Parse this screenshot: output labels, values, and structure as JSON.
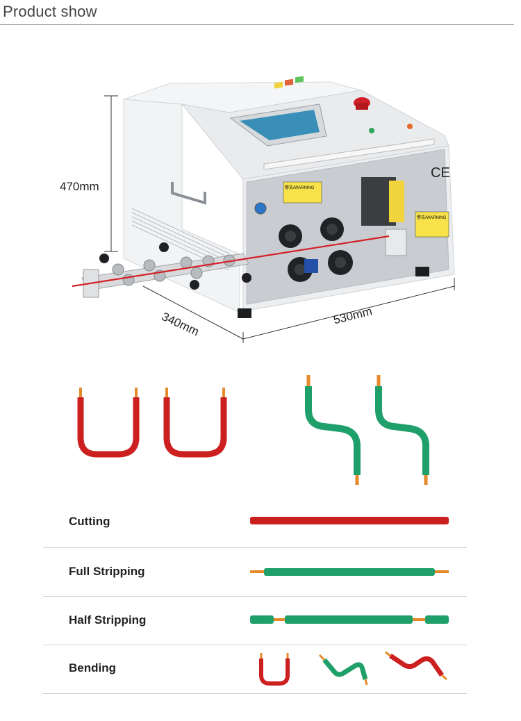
{
  "header": {
    "title": "Product show"
  },
  "dimensions": {
    "height": "470mm",
    "depth": "340mm",
    "width": "530mm"
  },
  "machine": {
    "warning_label_1": "警告/WARNING",
    "warning_label_2": "警告/WARNING",
    "ce_mark": "CE"
  },
  "functions": [
    {
      "label": "Cutting"
    },
    {
      "label": "Full Stripping"
    },
    {
      "label": "Half Stripping"
    },
    {
      "label": "Bending"
    }
  ],
  "colors": {
    "wire_red": "#cc1f1f",
    "wire_green": "#1fa06a",
    "copper": "#e58a2a",
    "machine_body": "#eceef0",
    "steel_panel": "#c9cdd2"
  }
}
